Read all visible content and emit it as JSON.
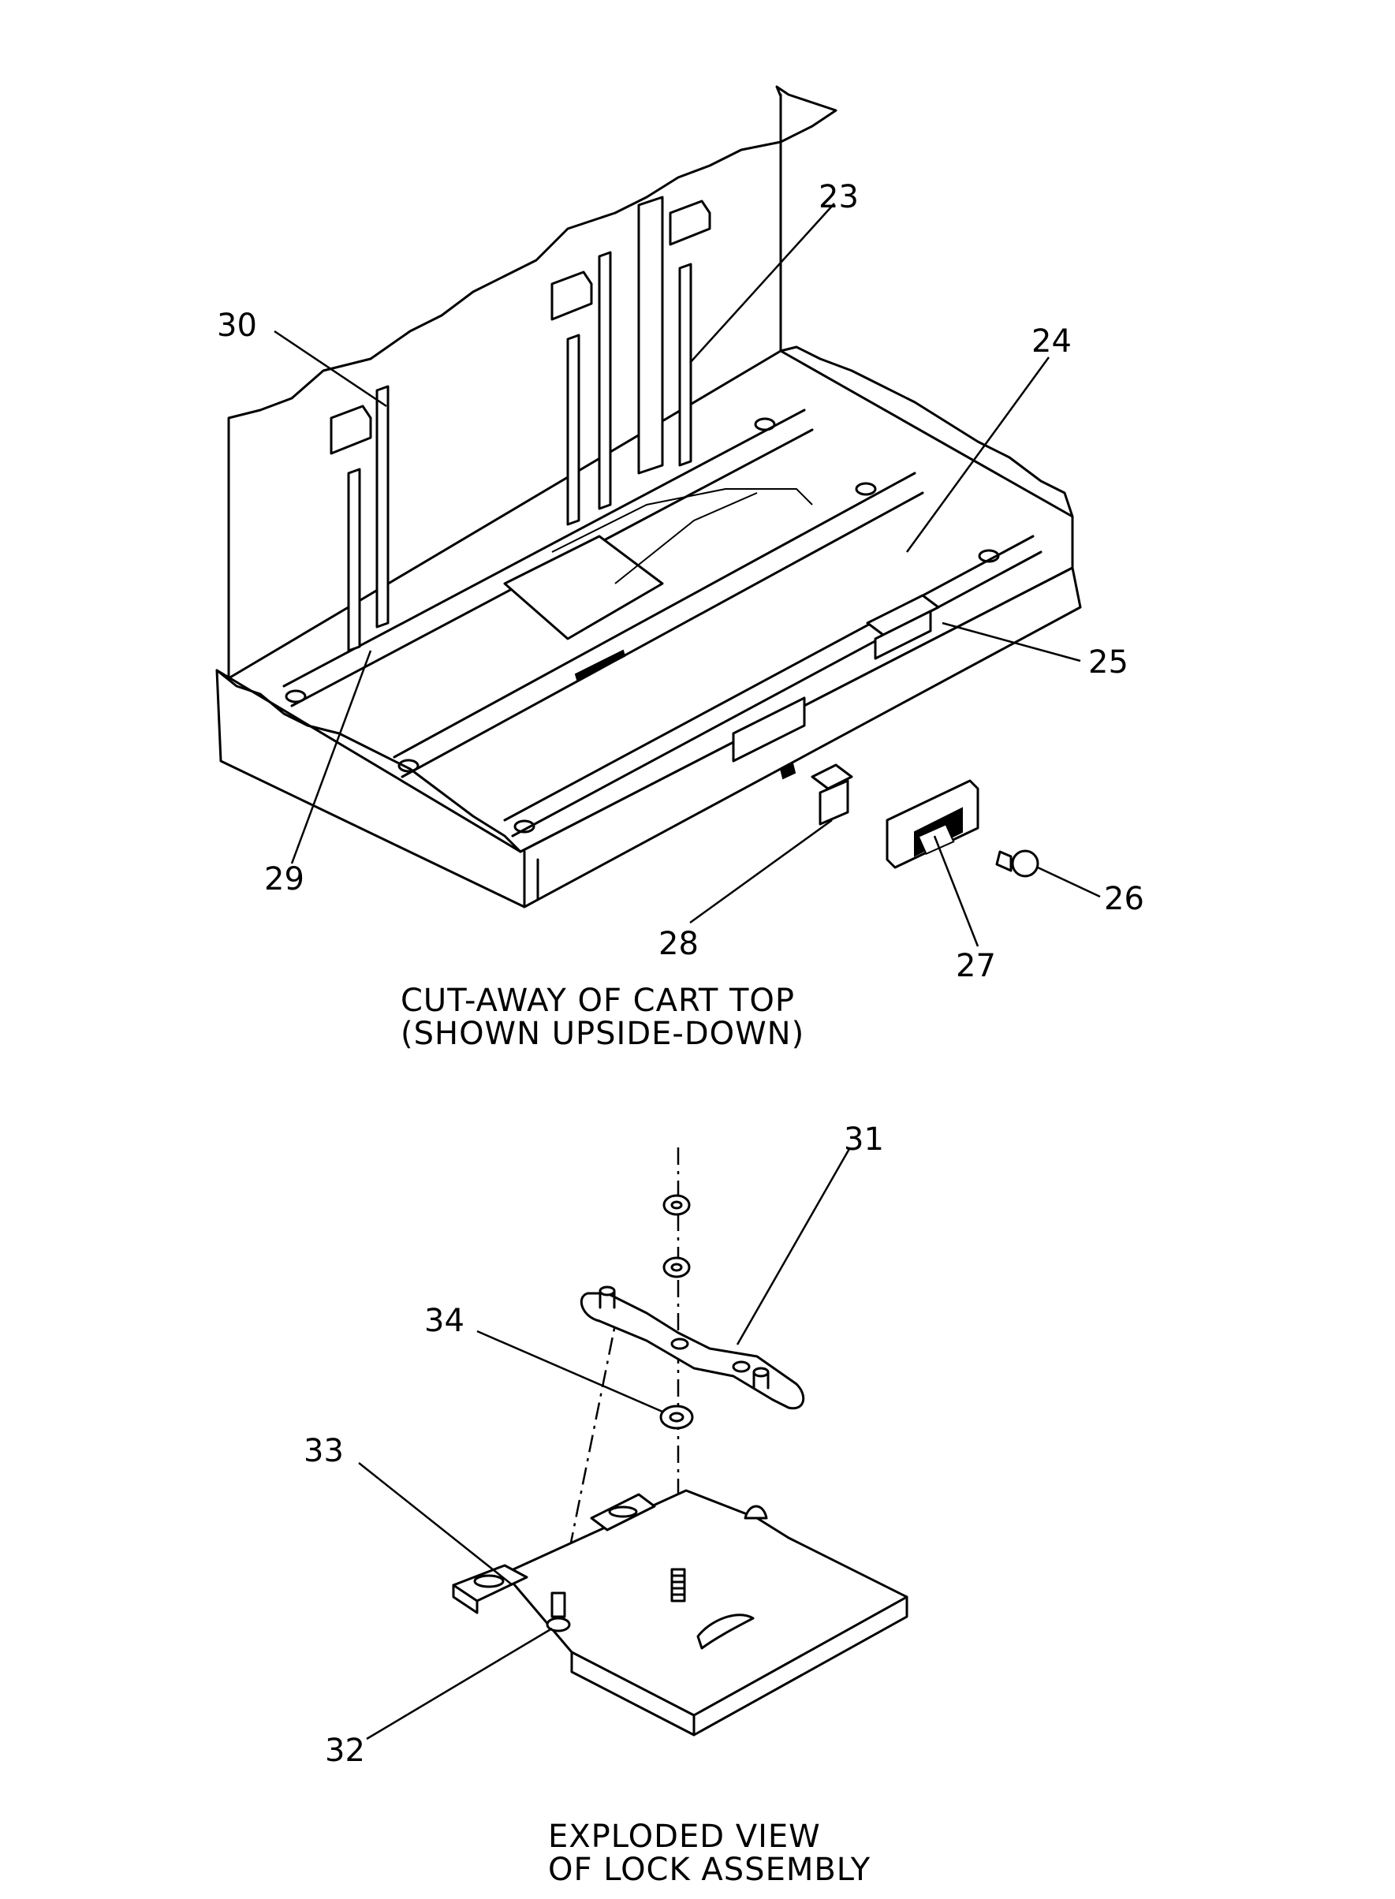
{
  "top_view": {
    "caption_line1": "CUT-AWAY OF CART TOP",
    "caption_line2": "(SHOWN UPSIDE-DOWN)",
    "callouts": [
      "23",
      "24",
      "25",
      "26",
      "27",
      "28",
      "29",
      "30"
    ]
  },
  "bottom_view": {
    "caption_line1": "EXPLODED VIEW",
    "caption_line2": "OF LOCK ASSEMBLY",
    "callouts": [
      "31",
      "32",
      "33",
      "34"
    ]
  }
}
